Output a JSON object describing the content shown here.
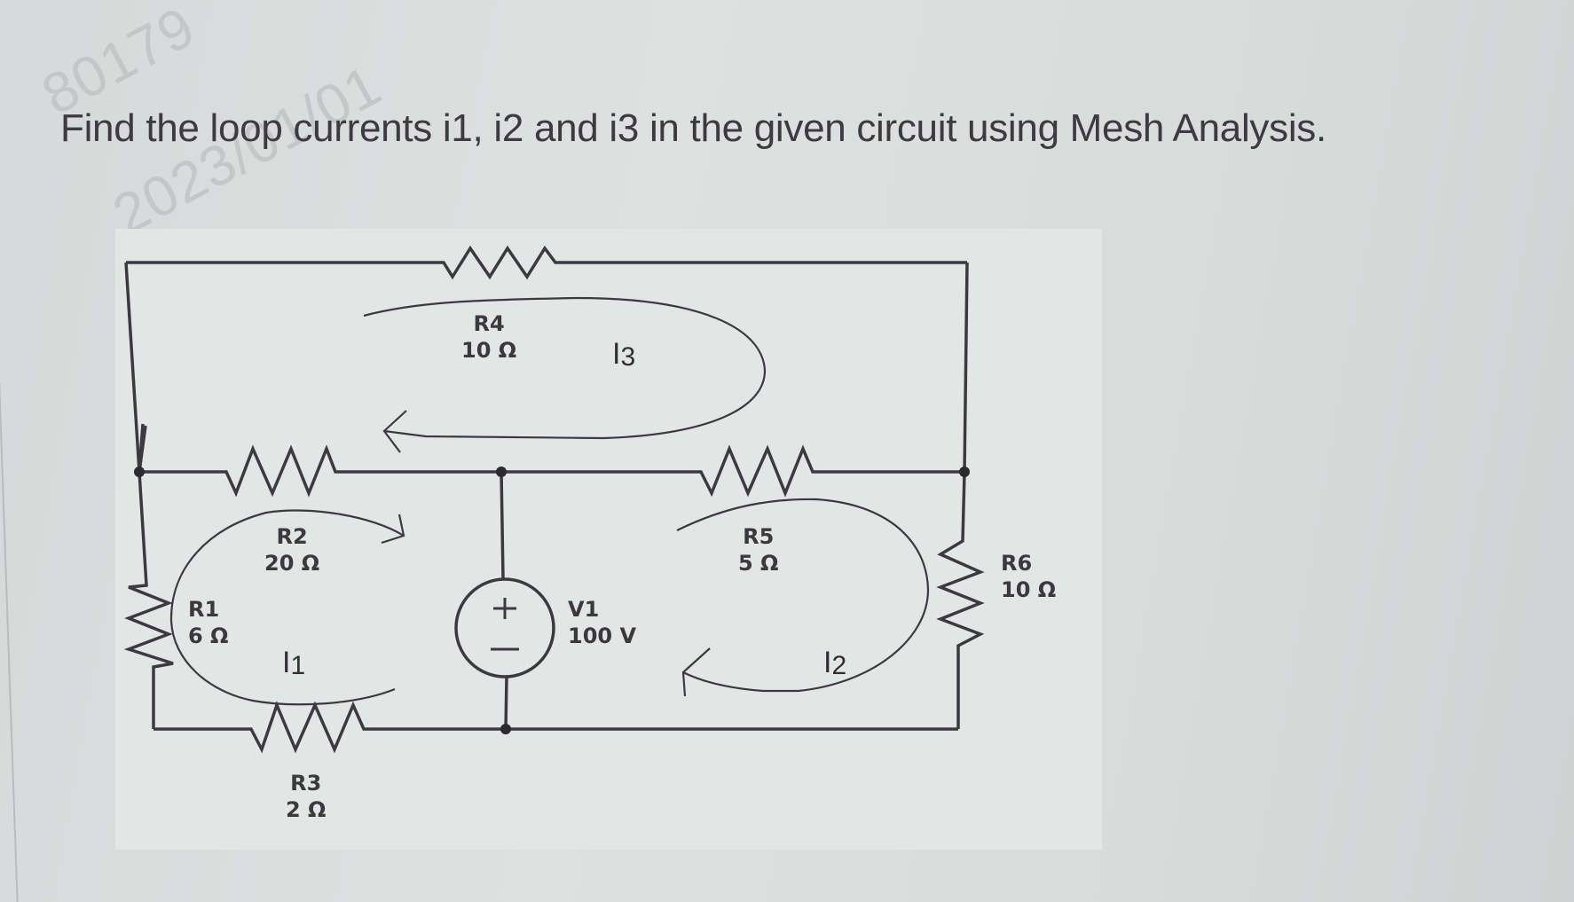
{
  "question": {
    "text": "Find the loop currents i1, i2 and i3 in the given circuit using Mesh Analysis."
  },
  "watermark": {
    "line1": "80179",
    "line2": "2023/01/01"
  },
  "circuit": {
    "components": {
      "R1": {
        "name": "R1",
        "value": "6 Ω"
      },
      "R2": {
        "name": "R2",
        "value": "20 Ω"
      },
      "R3": {
        "name": "R3",
        "value": "2 Ω"
      },
      "R4": {
        "name": "R4",
        "value": "10 Ω"
      },
      "R5": {
        "name": "R5",
        "value": "5 Ω"
      },
      "R6": {
        "name": "R6",
        "value": "10 Ω"
      },
      "V1": {
        "name": "V1",
        "value": "100 V",
        "polarity_top": "+",
        "polarity_bottom": "−"
      }
    },
    "meshes": {
      "I1": {
        "letter": "I",
        "index": "1",
        "direction": "clockwise"
      },
      "I2": {
        "letter": "I",
        "index": "2",
        "direction": "clockwise"
      },
      "I3": {
        "letter": "I",
        "index": "3",
        "direction": "clockwise"
      }
    },
    "colors": {
      "wire": "#3a3a40",
      "background": "#e4e6e6"
    }
  }
}
